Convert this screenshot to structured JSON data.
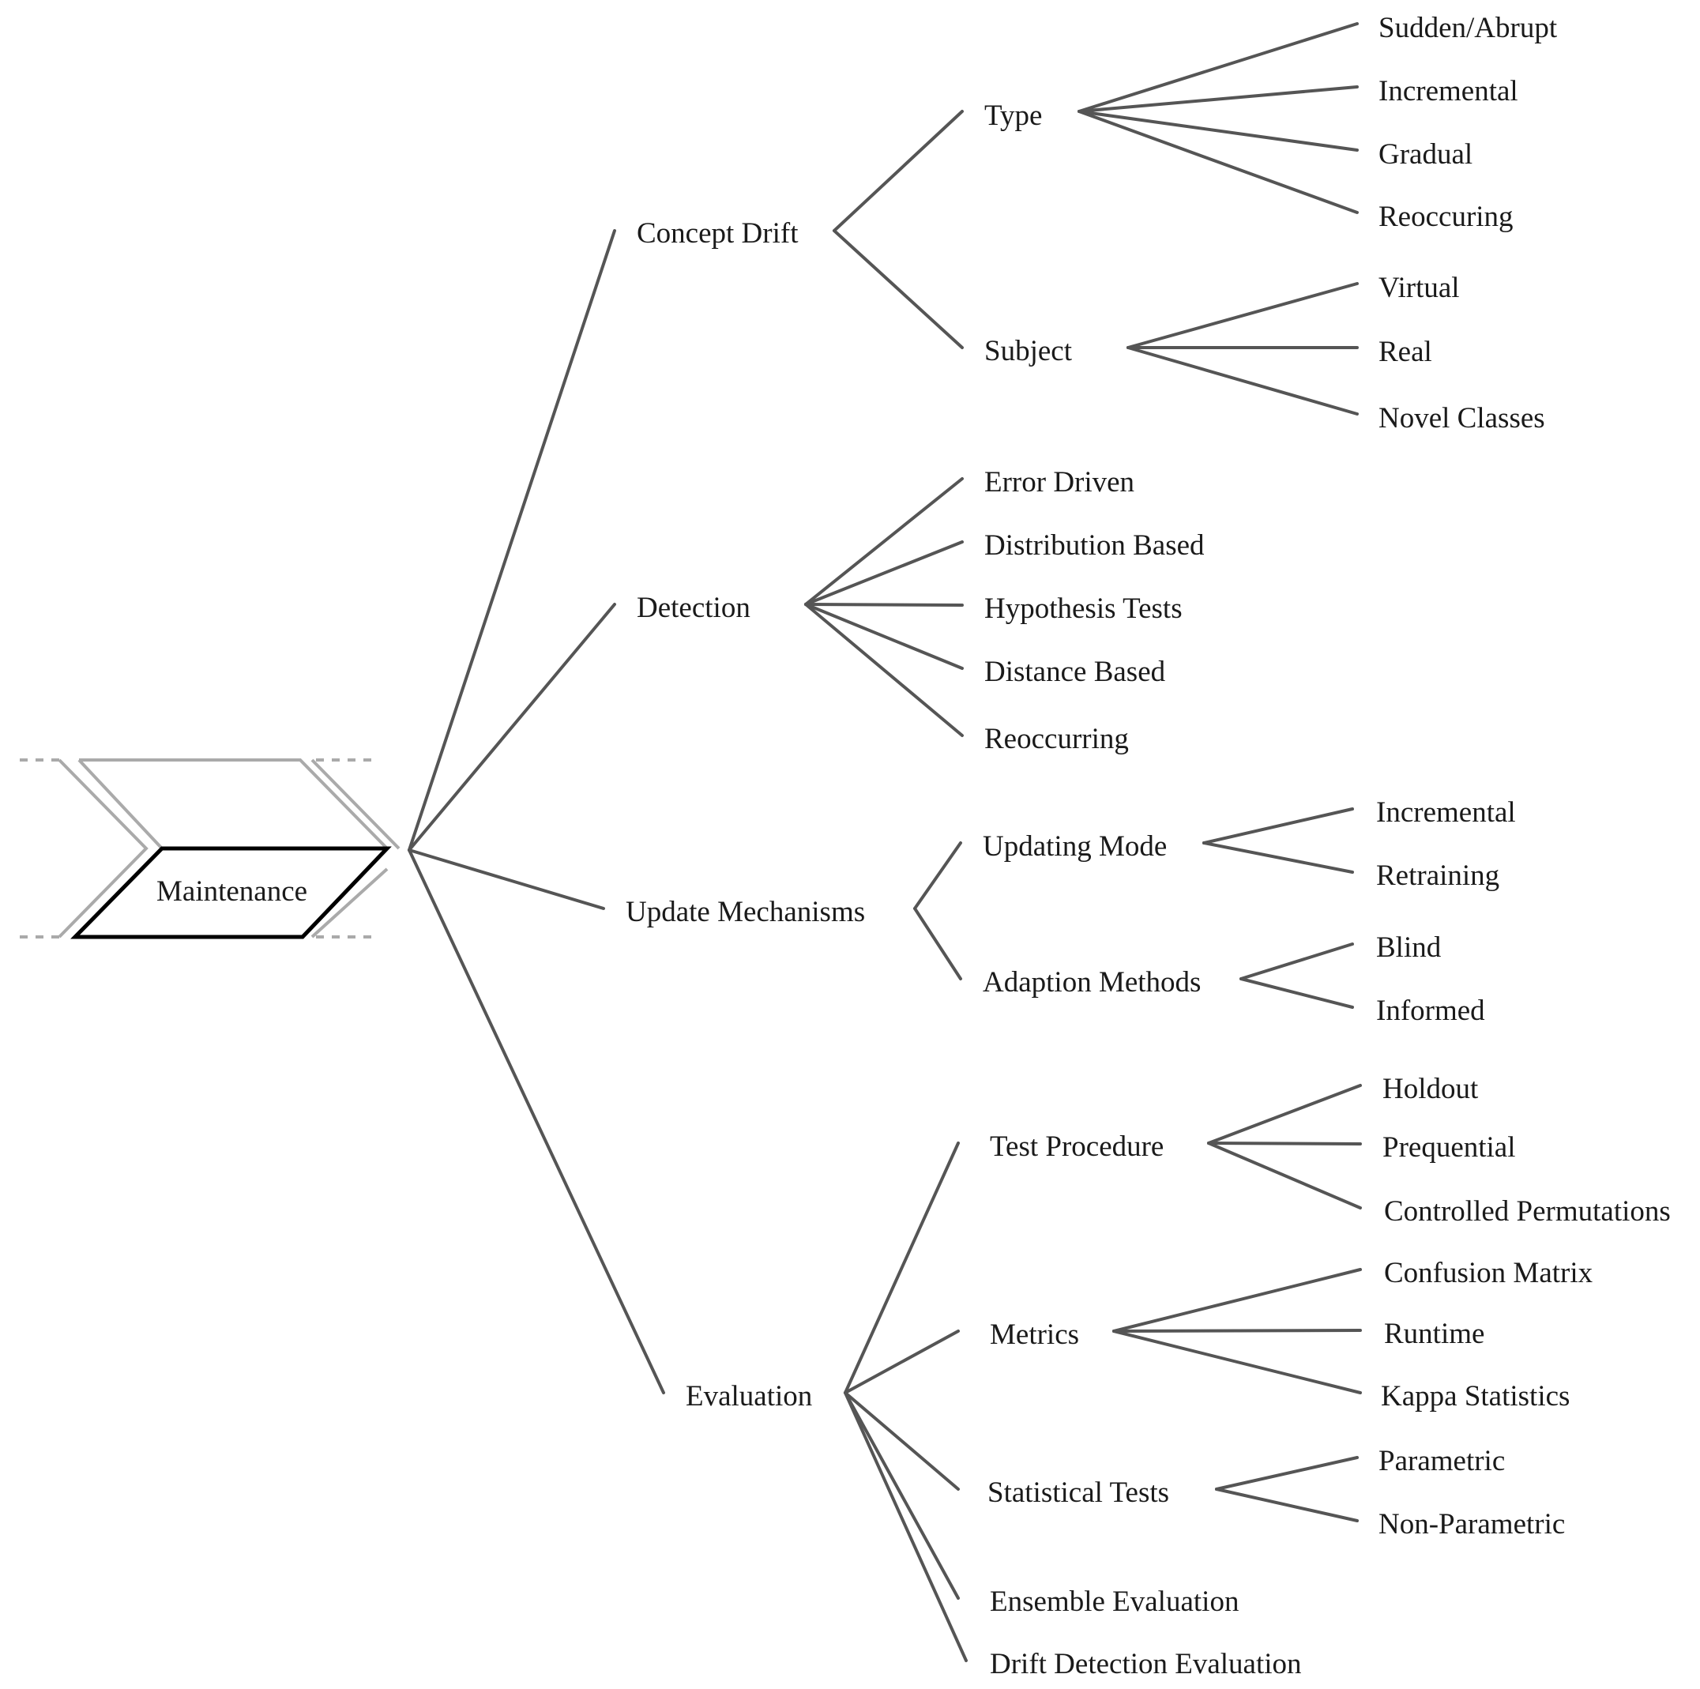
{
  "root": {
    "id": "maintenance",
    "label": "Maintenance"
  },
  "nodes": [
    {
      "id": "concept-drift",
      "label": "Concept Drift",
      "parent": "maintenance"
    },
    {
      "id": "type",
      "label": "Type",
      "parent": "concept-drift"
    },
    {
      "id": "type-sudden",
      "label": "Sudden/Abrupt",
      "parent": "type"
    },
    {
      "id": "type-incremental",
      "label": "Incremental",
      "parent": "type"
    },
    {
      "id": "type-gradual",
      "label": "Gradual",
      "parent": "type"
    },
    {
      "id": "type-reoccuring",
      "label": "Reoccuring",
      "parent": "type"
    },
    {
      "id": "subject",
      "label": "Subject",
      "parent": "concept-drift"
    },
    {
      "id": "subject-virtual",
      "label": "Virtual",
      "parent": "subject"
    },
    {
      "id": "subject-real",
      "label": "Real",
      "parent": "subject"
    },
    {
      "id": "subject-novel",
      "label": "Novel Classes",
      "parent": "subject"
    },
    {
      "id": "detection",
      "label": "Detection",
      "parent": "maintenance"
    },
    {
      "id": "det-error",
      "label": "Error Driven",
      "parent": "detection"
    },
    {
      "id": "det-distribution",
      "label": "Distribution Based",
      "parent": "detection"
    },
    {
      "id": "det-hypothesis",
      "label": "Hypothesis Tests",
      "parent": "detection"
    },
    {
      "id": "det-distance",
      "label": "Distance Based",
      "parent": "detection"
    },
    {
      "id": "det-reoccurring",
      "label": "Reoccurring",
      "parent": "detection"
    },
    {
      "id": "update",
      "label": "Update Mechanisms",
      "parent": "maintenance"
    },
    {
      "id": "updating-mode",
      "label": "Updating Mode",
      "parent": "update"
    },
    {
      "id": "um-incremental",
      "label": "Incremental",
      "parent": "updating-mode"
    },
    {
      "id": "um-retraining",
      "label": "Retraining",
      "parent": "updating-mode"
    },
    {
      "id": "adaption",
      "label": "Adaption Methods",
      "parent": "update"
    },
    {
      "id": "am-blind",
      "label": "Blind",
      "parent": "adaption"
    },
    {
      "id": "am-informed",
      "label": "Informed",
      "parent": "adaption"
    },
    {
      "id": "evaluation",
      "label": "Evaluation",
      "parent": "maintenance"
    },
    {
      "id": "test-procedure",
      "label": "Test Procedure",
      "parent": "evaluation"
    },
    {
      "id": "tp-holdout",
      "label": "Holdout",
      "parent": "test-procedure"
    },
    {
      "id": "tp-prequential",
      "label": "Prequential",
      "parent": "test-procedure"
    },
    {
      "id": "tp-controlled",
      "label": "Controlled Permutations",
      "parent": "test-procedure"
    },
    {
      "id": "metrics",
      "label": "Metrics",
      "parent": "evaluation"
    },
    {
      "id": "m-confusion",
      "label": "Confusion Matrix",
      "parent": "metrics"
    },
    {
      "id": "m-runtime",
      "label": "Runtime",
      "parent": "metrics"
    },
    {
      "id": "m-kappa",
      "label": "Kappa Statistics",
      "parent": "metrics"
    },
    {
      "id": "stat-tests",
      "label": "Statistical Tests",
      "parent": "evaluation"
    },
    {
      "id": "st-parametric",
      "label": "Parametric",
      "parent": "stat-tests"
    },
    {
      "id": "st-nonparametric",
      "label": "Non-Parametric",
      "parent": "stat-tests"
    },
    {
      "id": "ensemble-eval",
      "label": "Ensemble Evaluation",
      "parent": "evaluation"
    },
    {
      "id": "drift-detection-eval",
      "label": "Drift Detection Evaluation",
      "parent": "evaluation"
    }
  ]
}
